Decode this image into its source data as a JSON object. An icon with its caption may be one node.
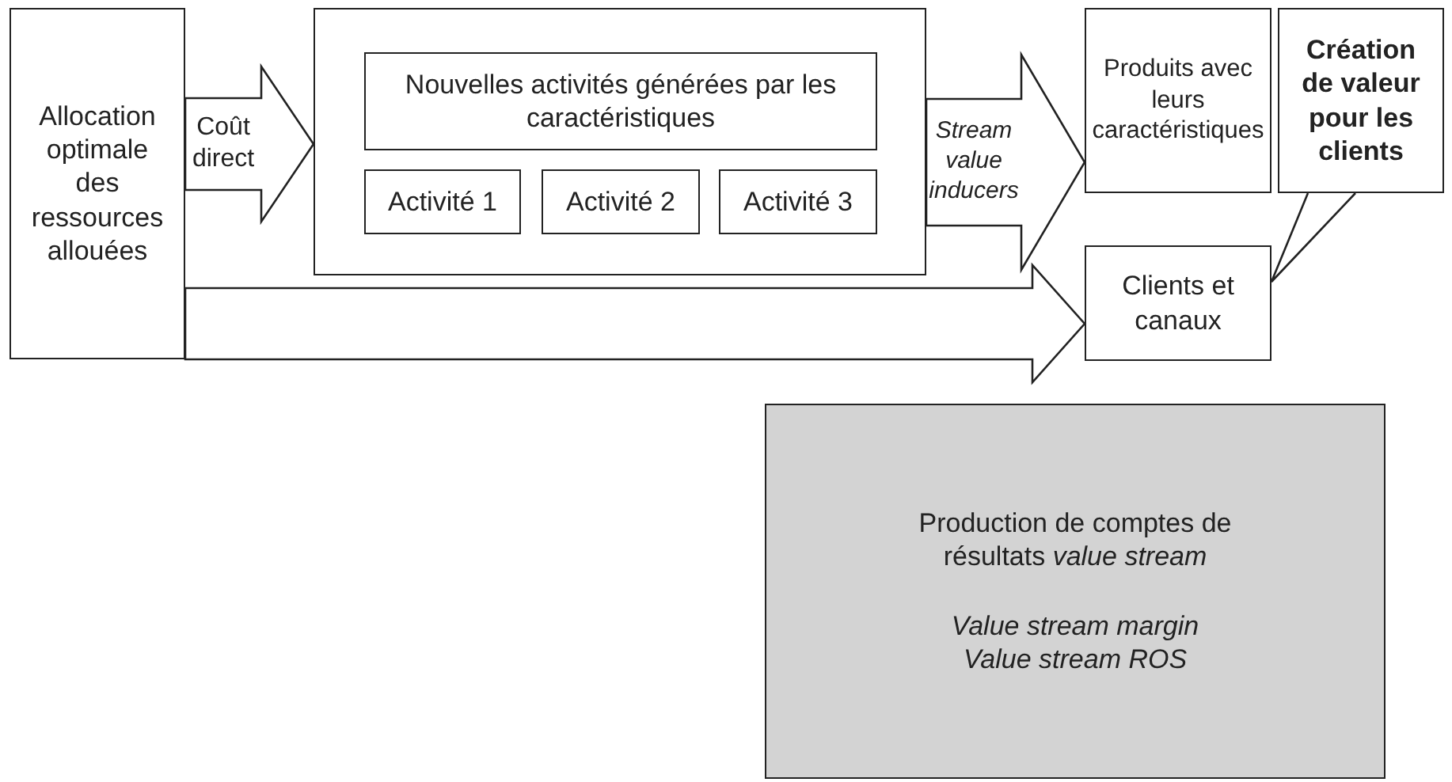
{
  "diagram": {
    "nodes": [
      {
        "text": [
          "Allocation optimale des ressources allouées"
        ]
      },
      {
        "text": [],
        "shape": "box"
      },
      {
        "text": [
          "Nouvelles activités générées par les caractéristiques"
        ],
        "in": 1
      },
      {
        "text": [
          "Activité 1"
        ],
        "in": 1
      },
      {
        "text": [
          "Activité 2"
        ],
        "in": 1
      },
      {
        "text": [
          "Activité 3"
        ],
        "in": 1
      },
      {
        "text": [
          "Produits avec leurs caractéristiques"
        ]
      },
      {
        "text": [
          "Création de valeur pour les clients"
        ]
      },
      {
        "text": [
          "Clients et canaux"
        ]
      },
      {
        "text": [
          "Production de comptes de résultats *value stream*",
          "Value stream margin",
          "Value stream ROS"
        ]
      }
    ],
    "edges": [
      {
        "from": 0,
        "to": 1,
        "arrow": "to",
        "label": "Coût direct"
      },
      {
        "from": 1,
        "to": 6,
        "arrow": "to",
        "label": "Stream value inducers"
      },
      {
        "from": 0,
        "to": 8,
        "arrow": "to"
      },
      {
        "from": 7,
        "to": 8,
        "arrow": "none"
      }
    ]
  }
}
